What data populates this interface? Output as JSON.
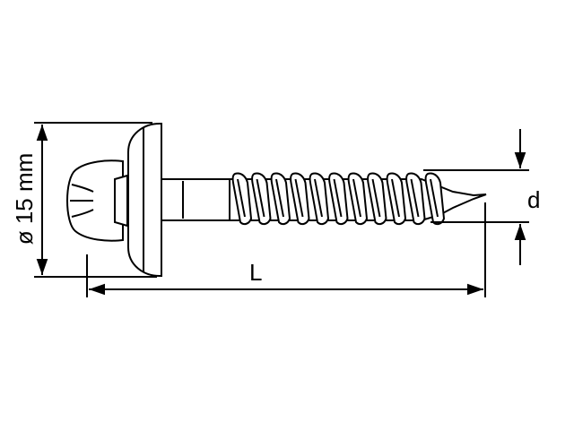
{
  "diagram": {
    "head_diameter_label": "ø 15 mm",
    "length_label": "L",
    "diameter_label": "d",
    "line_color": "#000000",
    "background_color": "#ffffff"
  }
}
